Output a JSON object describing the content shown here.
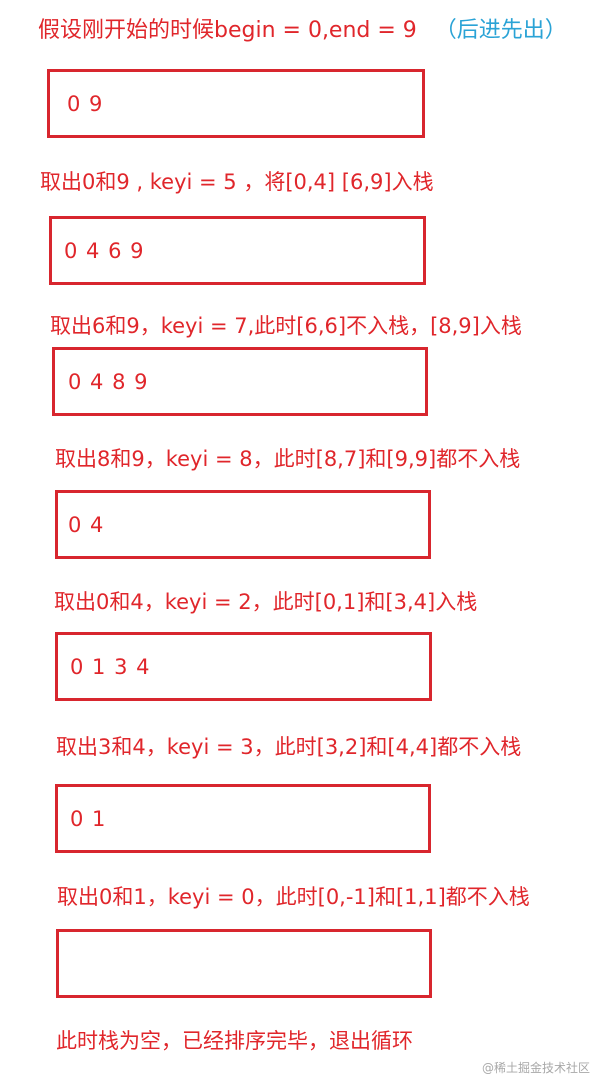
{
  "heading": {
    "text": "假设刚开始的时候begin = 0,end = 9",
    "note": "（后进先出）"
  },
  "steps": [
    {
      "stack": "0 9",
      "caption": "取出0和9 , keyi = 5 ，将[0,4]  [6,9]入栈"
    },
    {
      "stack": "0 4 6 9",
      "caption": "取出6和9，keyi = 7,此时[6,6]不入栈，[8,9]入栈"
    },
    {
      "stack": "0 4 8 9",
      "caption": "取出8和9，keyi = 8，此时[8,7]和[9,9]都不入栈"
    },
    {
      "stack": "0 4",
      "caption": "取出0和4，keyi = 2，此时[0,1]和[3,4]入栈"
    },
    {
      "stack": "0 1 3 4",
      "caption": "取出3和4，keyi = 3，此时[3,2]和[4,4]都不入栈"
    },
    {
      "stack": "0 1",
      "caption": "取出0和1，keyi = 0，此时[0,-1]和[1,1]都不入栈"
    },
    {
      "stack": "",
      "caption": "此时栈为空，已经排序完毕，退出循环"
    }
  ],
  "watermark": "@稀土掘金技术社区",
  "colors": {
    "text_red": "#e0262b",
    "box_border": "#d8262e",
    "note_blue": "#2aa3d6"
  }
}
